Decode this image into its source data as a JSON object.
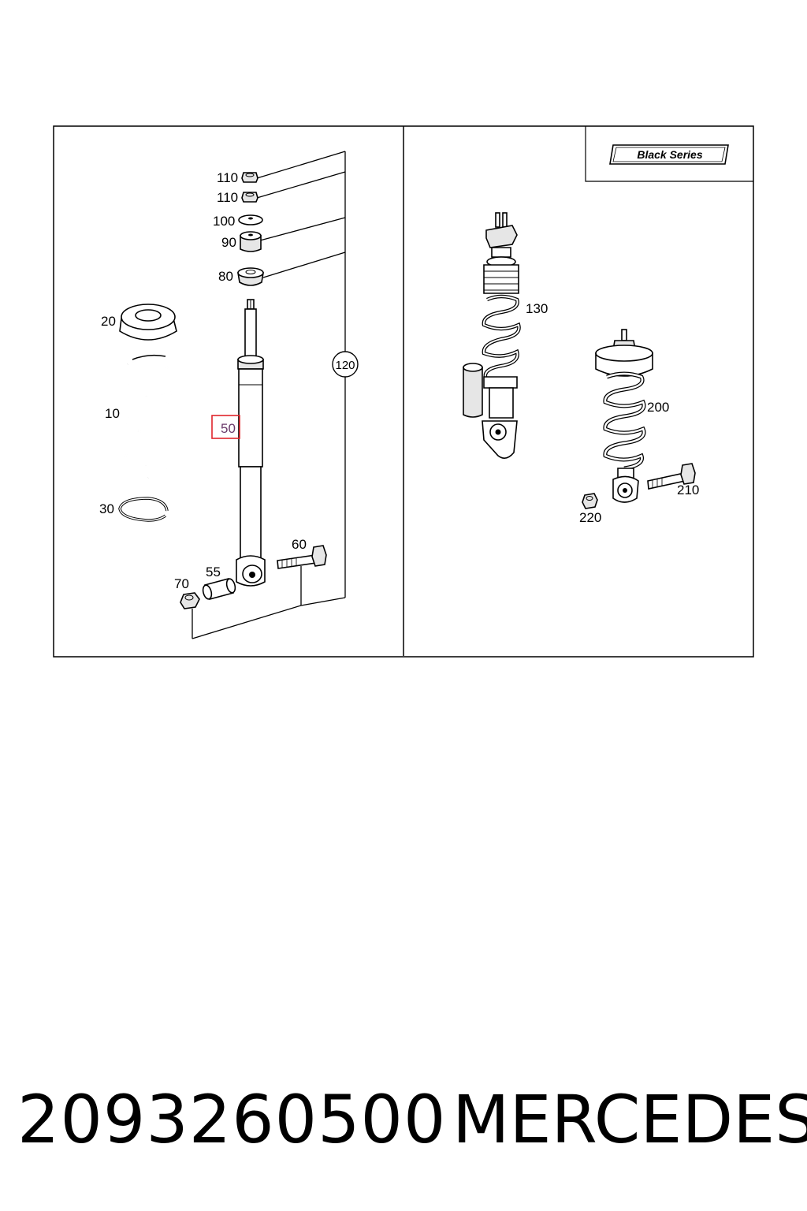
{
  "diagram": {
    "badge": "Black Series",
    "left_callouts": [
      "110",
      "110",
      "100",
      "90",
      "80",
      "20",
      "10",
      "50",
      "30",
      "60",
      "55",
      "70"
    ],
    "group_callout": "120",
    "right_callouts": [
      "130",
      "200",
      "210",
      "220"
    ]
  },
  "footer": {
    "part_number": "2093260500",
    "brand": "MERCEDES"
  }
}
